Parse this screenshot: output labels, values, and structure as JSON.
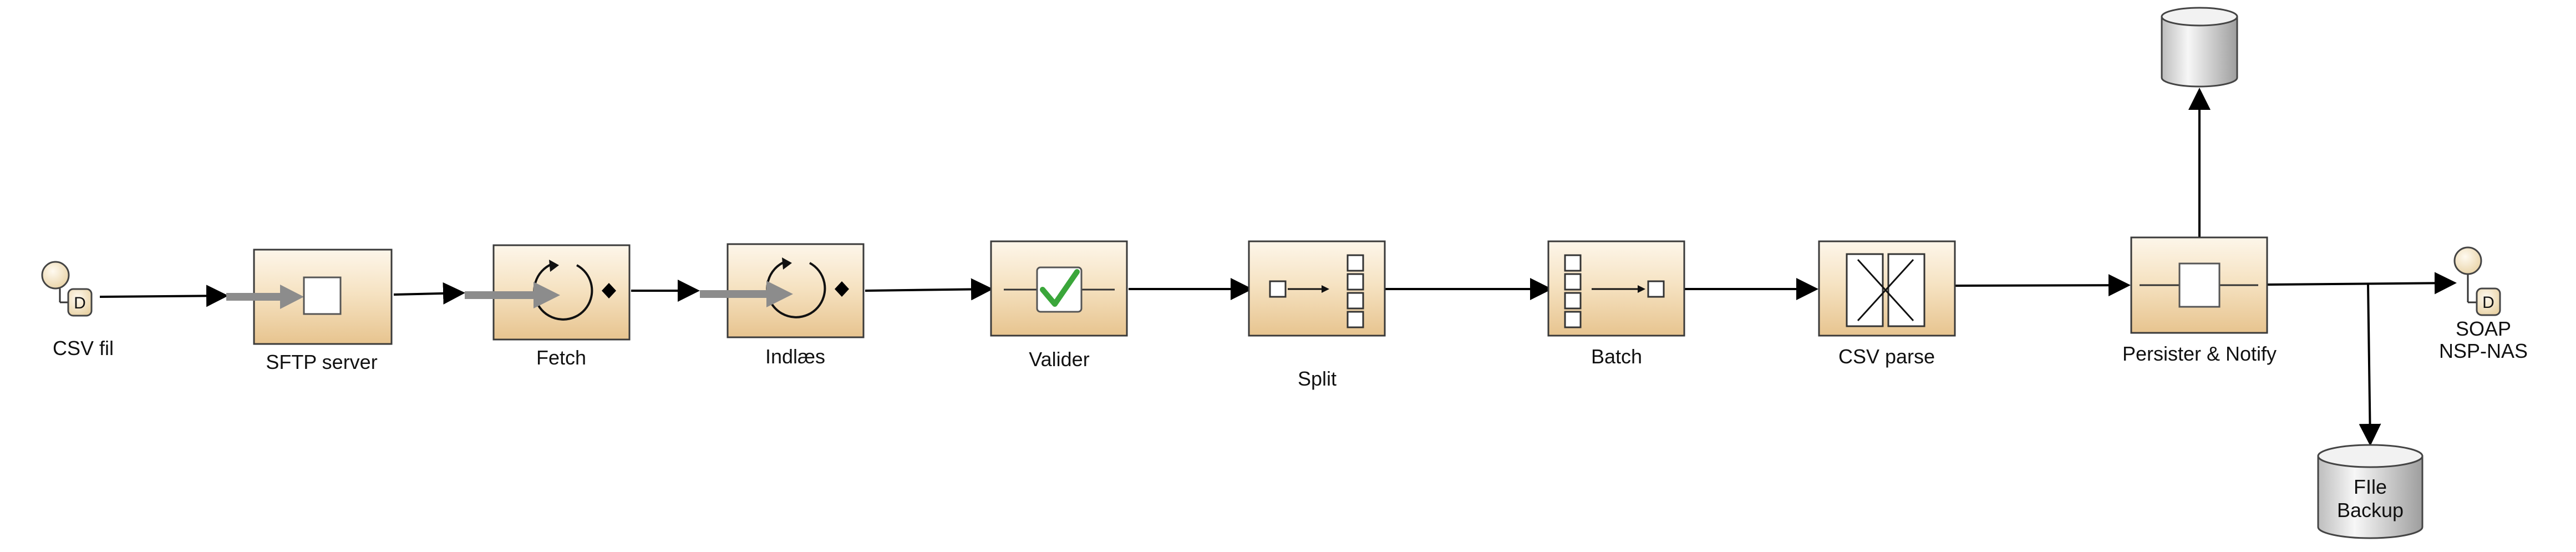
{
  "diagram": {
    "nodes": {
      "csv_fil": {
        "label": "CSV fil",
        "badge": "D"
      },
      "sftp": {
        "label": "SFTP server"
      },
      "fetch": {
        "label": "Fetch"
      },
      "indlaes": {
        "label": "Indlæs"
      },
      "valider": {
        "label": "Valider"
      },
      "split": {
        "label": "Split"
      },
      "batch": {
        "label": "Batch"
      },
      "csv_parse": {
        "label": "CSV parse"
      },
      "persister": {
        "label": "Persister & Notify"
      },
      "soap": {
        "line1": "SOAP",
        "line2": "NSP-NAS",
        "badge": "D"
      },
      "file_backup": {
        "line1": "FIle",
        "line2": "Backup"
      }
    }
  },
  "colors": {
    "box_top": "#fdf6ea",
    "box_bottom": "#e7c48f",
    "cylinder_light": "#f7f7f7",
    "cylinder_dark": "#a9a9a9",
    "endpoint_fill": "#f6e8c8",
    "check_green": "#3aa63a",
    "grey_arrow": "#8c8c8c"
  }
}
